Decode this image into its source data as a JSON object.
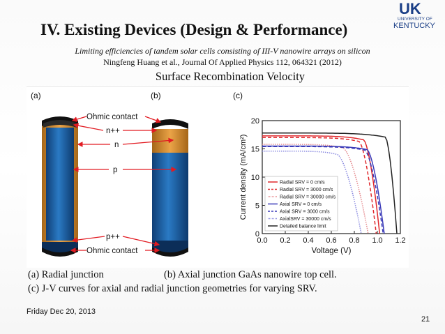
{
  "slide": {
    "title": "IV. Existing Devices (Design & Performance)",
    "citation_title": "Limiting efficiencies of tandem solar cells consisting of III-V nanowire arrays on silicon",
    "citation_authors": "Ningfeng Huang et al., Journal Of Applied Physics 112, 064321 (2012)",
    "section_heading": "Surface Recombination Velocity",
    "caption_a": "(a) Radial junction",
    "caption_b": "(b) Axial junction GaAs nanowire top cell.",
    "caption_c": "(c) J-V curves for axial and radial junction geometries for varying SRV.",
    "date": "Friday Dec 20, 2013",
    "page_number": "21"
  },
  "logo": {
    "initials": "UK",
    "line1": "UNIVERSITY OF",
    "line2": "KENTUCKY"
  },
  "figure": {
    "panel_a_label": "(a)",
    "panel_b_label": "(b)",
    "panel_c_label": "(c)",
    "label_ohmic_top": "Ohmic contact",
    "label_npp": "n++",
    "label_n": "n",
    "label_p": "p",
    "label_ppp": "p++",
    "label_ohmic_bottom": "Ohmic contact"
  },
  "colors": {
    "radial": "#e0282c",
    "axial": "#3a3ab8",
    "limit": "#222222",
    "contact": "#e21b22",
    "n_layer": "#d9902a",
    "p_layer": "#1f63a8"
  },
  "chart_data": {
    "type": "line",
    "xlabel": "Voltage (V)",
    "ylabel": "Current density (mA/cm²)",
    "xlim": [
      0.0,
      1.2
    ],
    "ylim": [
      0,
      20
    ],
    "xticks": [
      "0.0",
      "0.2",
      "0.4",
      "0.6",
      "0.8",
      "1.0",
      "1.2"
    ],
    "yticks": [
      "0",
      "5",
      "10",
      "15",
      "20"
    ],
    "legend_position": "lower-left",
    "series": [
      {
        "name": "Radial SRV = 0 cm/s",
        "style": "solid",
        "color": "#e0282c",
        "jsc": 17.3,
        "voc": 1.02,
        "knee": 0.88
      },
      {
        "name": "Radial SRV = 3000 cm/s",
        "style": "dashed",
        "color": "#e0282c",
        "jsc": 17.0,
        "voc": 0.99,
        "knee": 0.84
      },
      {
        "name": "Radial SRV = 30000 cm/s",
        "style": "dotted",
        "color": "#e58a8e",
        "jsc": 15.8,
        "voc": 0.92,
        "knee": 0.7
      },
      {
        "name": "Axial SRV = 0 cm/s",
        "style": "solid",
        "color": "#3a3ab8",
        "jsc": 15.5,
        "voc": 1.06,
        "knee": 0.91
      },
      {
        "name": "Axial SRV = 3000 cm/s",
        "style": "dashed",
        "color": "#3a3ab8",
        "jsc": 15.4,
        "voc": 1.05,
        "knee": 0.89
      },
      {
        "name": "AxialSRV = 30000 cm/s",
        "style": "dotted",
        "color": "#8a8ae0",
        "jsc": 14.6,
        "voc": 0.86,
        "knee": 0.65
      },
      {
        "name": "Detailed balance limit",
        "style": "solid",
        "color": "#222222",
        "jsc": 17.8,
        "voc": 1.17,
        "knee": 1.07
      }
    ]
  }
}
